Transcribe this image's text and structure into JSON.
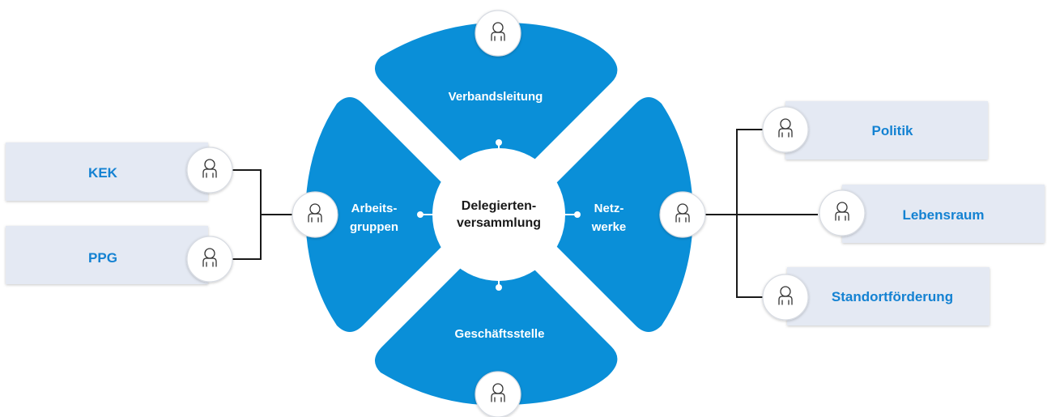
{
  "colors": {
    "petal": "#0a8fd8",
    "box_fill": "#e4e9f3",
    "box_text": "#1482d2",
    "center_text": "#1a1a1a",
    "connector": "#1a1a1a"
  },
  "center": {
    "line1": "Delegierten-",
    "line2": "versammlung"
  },
  "petals": {
    "top": {
      "label": "Verbandsleitung"
    },
    "bottom": {
      "label": "Geschäftsstelle"
    },
    "left": {
      "line1": "Arbeits-",
      "line2": "gruppen"
    },
    "right": {
      "line1": "Netz-",
      "line2": "werke"
    }
  },
  "left_boxes": [
    {
      "label": "KEK"
    },
    {
      "label": "PPG"
    }
  ],
  "right_boxes": [
    {
      "label": "Politik"
    },
    {
      "label": "Lebensraum"
    },
    {
      "label": "Standortförderung"
    }
  ],
  "icons": {
    "person": "person-icon"
  }
}
